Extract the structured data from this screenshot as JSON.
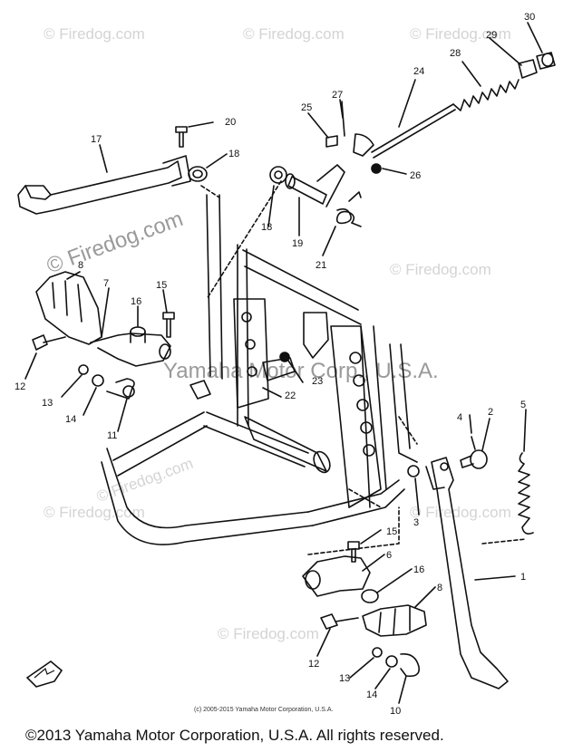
{
  "watermarks": {
    "brand": "© Firedog.com",
    "plate_text": "Yamaha Motor Corp., U.S.A."
  },
  "callouts": [
    "30",
    "29",
    "28",
    "24",
    "27",
    "25",
    "26",
    "20",
    "17",
    "18",
    "18",
    "19",
    "21",
    "8",
    "7",
    "16",
    "15",
    "12",
    "13",
    "14",
    "23",
    "22",
    "11",
    "4",
    "2",
    "5",
    "3",
    "1",
    "15",
    "6",
    "16",
    "8",
    "12",
    "13",
    "14",
    "10"
  ],
  "credit": "(c) 2005-2015 Yamaha Motor Corporation, U.S.A.",
  "footer": "©2013 Yamaha Motor Corporation, U.S.A. All rights reserved.",
  "colors": {
    "ink": "#111111",
    "watermark": "#d4d4d4"
  },
  "front_arrow_icon": "fwd-arrow-icon"
}
